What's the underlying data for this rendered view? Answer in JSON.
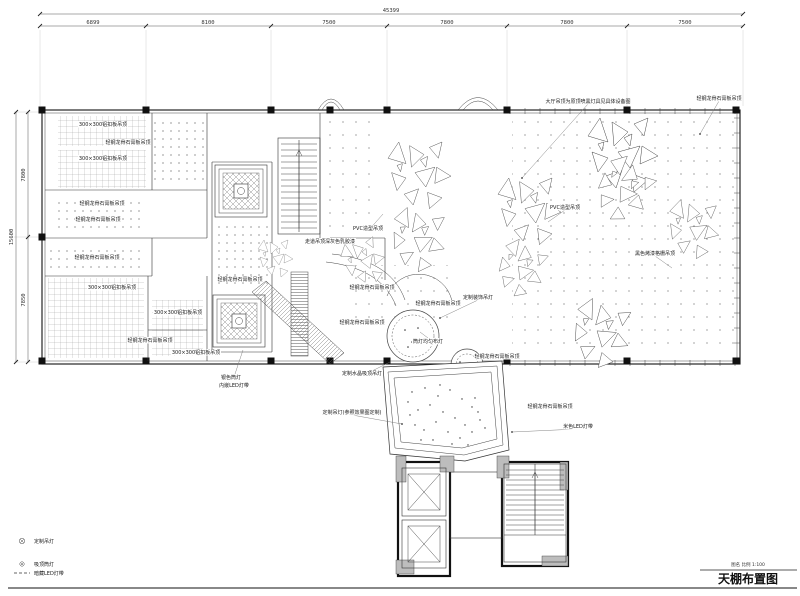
{
  "drawing": {
    "title": "天棚布置图",
    "scale_note": "图名 比例 1:100"
  },
  "dimensions": {
    "total_width": "45399",
    "top_segments": [
      "6899",
      "8100",
      "7500",
      "7800",
      "7800",
      "7500"
    ],
    "left_total": "15600",
    "left_segments": [
      "7800",
      "7850"
    ]
  },
  "legend": {
    "items": [
      {
        "label": "定制吊灯"
      },
      {
        "label": "吸顶筒灯"
      },
      {
        "label": "暗藏LED灯带"
      }
    ]
  },
  "annotations": [
    {
      "text": "300×300铝扣板吊顶"
    },
    {
      "text": "轻钢龙骨石膏板吊顶"
    },
    {
      "text": "300×300铝扣板吊顶"
    },
    {
      "text": "轻钢龙骨石膏板吊顶"
    },
    {
      "text": "轻钢龙骨石膏板吊顶"
    },
    {
      "text": "轻钢龙骨石膏板吊顶"
    },
    {
      "text": "300×300铝扣板吊顶"
    },
    {
      "text": "300×300铝扣板吊顶"
    },
    {
      "text": "轻钢龙骨石膏板吊顶"
    },
    {
      "text": "300×300铝扣板吊顶"
    },
    {
      "text": "轻钢龙骨石膏板吊顶"
    },
    {
      "text": "PVC造型吊顶"
    },
    {
      "text": "走道吊顶深灰色乳胶漆"
    },
    {
      "text": "轻钢龙骨石膏板吊顶"
    },
    {
      "text": "轻钢龙骨石膏板吊顶"
    },
    {
      "text": "轻钢龙骨石膏板吊顶"
    },
    {
      "text": "轻钢龙骨石膏板吊顶"
    },
    {
      "text": "PVC造型吊顶"
    },
    {
      "text": "黑色烤漆格栅吊顶"
    },
    {
      "text": "定制装饰吊灯"
    },
    {
      "text": "筒灯均匀布灯"
    },
    {
      "text": "定制水晶吸顶吊灯"
    },
    {
      "text": "银色筒灯"
    },
    {
      "text": "内嵌LED灯带"
    },
    {
      "text": "定制吊灯(参照效果图定制)"
    },
    {
      "text": "轻钢龙骨石膏板吊顶"
    },
    {
      "text": "米色LED灯带"
    },
    {
      "text": "大厅吊顶为原顶喷黑灯具见具体设备图"
    },
    {
      "text": "轻钢龙骨石膏板吊顶"
    }
  ]
}
